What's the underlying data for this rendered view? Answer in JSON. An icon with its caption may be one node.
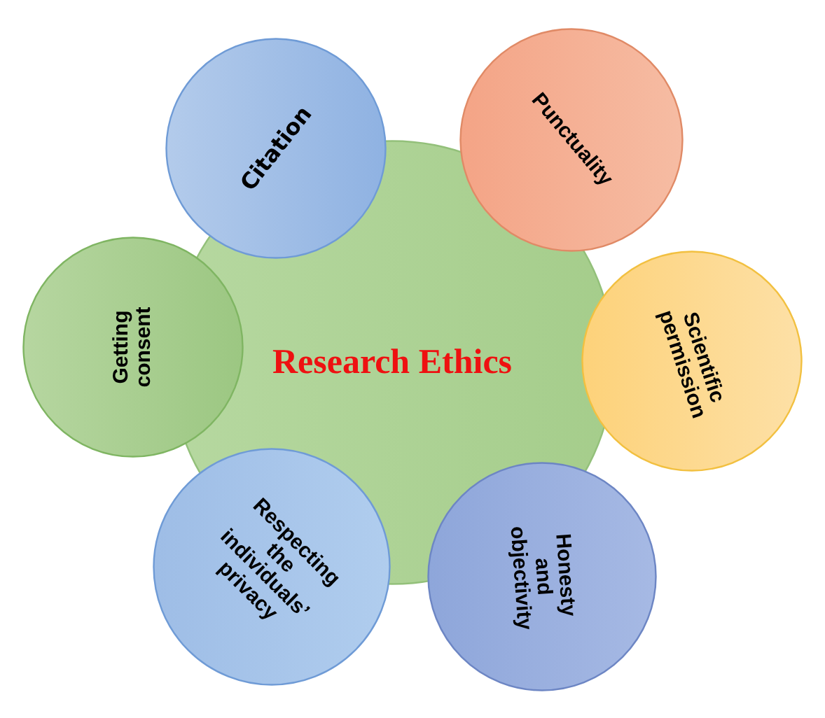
{
  "diagram": {
    "nodes": [
      {
        "text": [
          "Research Ethics"
        ]
      },
      {
        "text": [
          "Citation"
        ]
      },
      {
        "text": [
          "Punctuality"
        ]
      },
      {
        "text": [
          "Getting consent"
        ]
      },
      {
        "text": [
          "Scientific permission"
        ]
      },
      {
        "text": [
          "Respecting the individuals’ privacy"
        ]
      },
      {
        "text": [
          "Honesty and objectivity"
        ]
      }
    ]
  }
}
